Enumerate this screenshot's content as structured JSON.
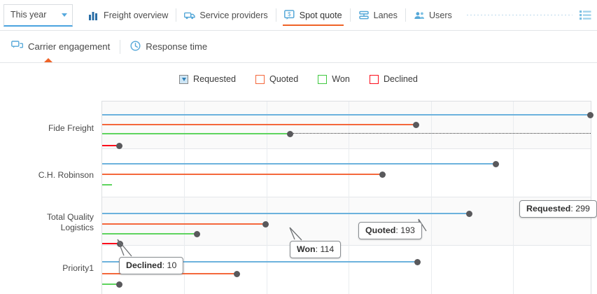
{
  "topbar": {
    "period": {
      "value": "This year",
      "icon": "chevron-down-icon"
    },
    "items": [
      {
        "label": "Freight overview",
        "icon": "bar-chart-icon",
        "active": false
      },
      {
        "label": "Service providers",
        "icon": "truck-icon",
        "active": false
      },
      {
        "label": "Spot quote",
        "icon": "quote-bubble-icon",
        "active": true
      },
      {
        "label": "Lanes",
        "icon": "lanes-icon",
        "active": false
      },
      {
        "label": "Users",
        "icon": "users-icon",
        "active": false
      }
    ],
    "list_button": "list-menu-icon"
  },
  "subtabs": [
    {
      "label": "Carrier engagement",
      "icon": "chat-bubbles-icon",
      "active": true
    },
    {
      "label": "Response time",
      "icon": "clock-icon",
      "active": false
    }
  ],
  "colors": {
    "requested": "#6cb2dd",
    "quoted": "#f4683c",
    "won": "#5fd45f",
    "declined": "#fc0d1b",
    "accent_orange": "#ef6327",
    "accent_blue": "#4aa3df",
    "dot": "#59595c"
  },
  "chart_data": {
    "type": "bar",
    "orientation": "horizontal",
    "title": "",
    "xlabel": "",
    "ylabel": "",
    "grid": true,
    "legend_position": "top-center",
    "legend": [
      {
        "label": "Requested",
        "color": "#6cb2dd",
        "checked": true
      },
      {
        "label": "Quoted",
        "color": "#f4683c",
        "checked": false
      },
      {
        "label": "Won",
        "color": "#5fd45f",
        "checked": false
      },
      {
        "label": "Declined",
        "color": "#fc0d1b",
        "checked": false
      }
    ],
    "categories": [
      "Fide Freight",
      "C.H. Robinson",
      "Total Quality Logistics",
      "Priority1"
    ],
    "xlim": [
      0,
      305
    ],
    "series": [
      {
        "name": "Requested",
        "color": "#6cb2dd",
        "values": [
          299,
          241,
          224,
          192
        ]
      },
      {
        "name": "Quoted",
        "color": "#f4683c",
        "values": [
          193,
          171,
          99,
          82
        ]
      },
      {
        "name": "Won",
        "color": "#5fd45f",
        "values": [
          114,
          0,
          58,
          10
        ]
      },
      {
        "name": "Declined",
        "color": "#fc0d1b",
        "values": [
          10,
          0,
          9,
          0
        ]
      }
    ],
    "guide_line": {
      "value": 193,
      "style": "dotted"
    },
    "annotations": [
      {
        "label": "Requested",
        "value": "299",
        "series": "Requested",
        "category": "Fide Freight"
      },
      {
        "label": "Quoted",
        "value": "193",
        "series": "Quoted",
        "category": "Fide Freight"
      },
      {
        "label": "Won",
        "value": "114",
        "series": "Won",
        "category": "Fide Freight"
      },
      {
        "label": "Declined",
        "value": "10",
        "series": "Declined",
        "category": "Fide Freight"
      }
    ]
  },
  "ylabels": [
    {
      "line1": "Fide Freight",
      "line2": ""
    },
    {
      "line1": "C.H. Robinson",
      "line2": ""
    },
    {
      "line1": "Total Quality",
      "line2": "Logistics"
    },
    {
      "line1": "Priority1",
      "line2": ""
    }
  ],
  "tooltips": {
    "requested": {
      "label": "Requested",
      "sep": ": ",
      "value": "299"
    },
    "quoted": {
      "label": "Quoted",
      "sep": ": ",
      "value": "193"
    },
    "won": {
      "label": "Won",
      "sep": ": ",
      "value": "114"
    },
    "declined": {
      "label": "Declined",
      "sep": ": ",
      "value": "10"
    }
  }
}
